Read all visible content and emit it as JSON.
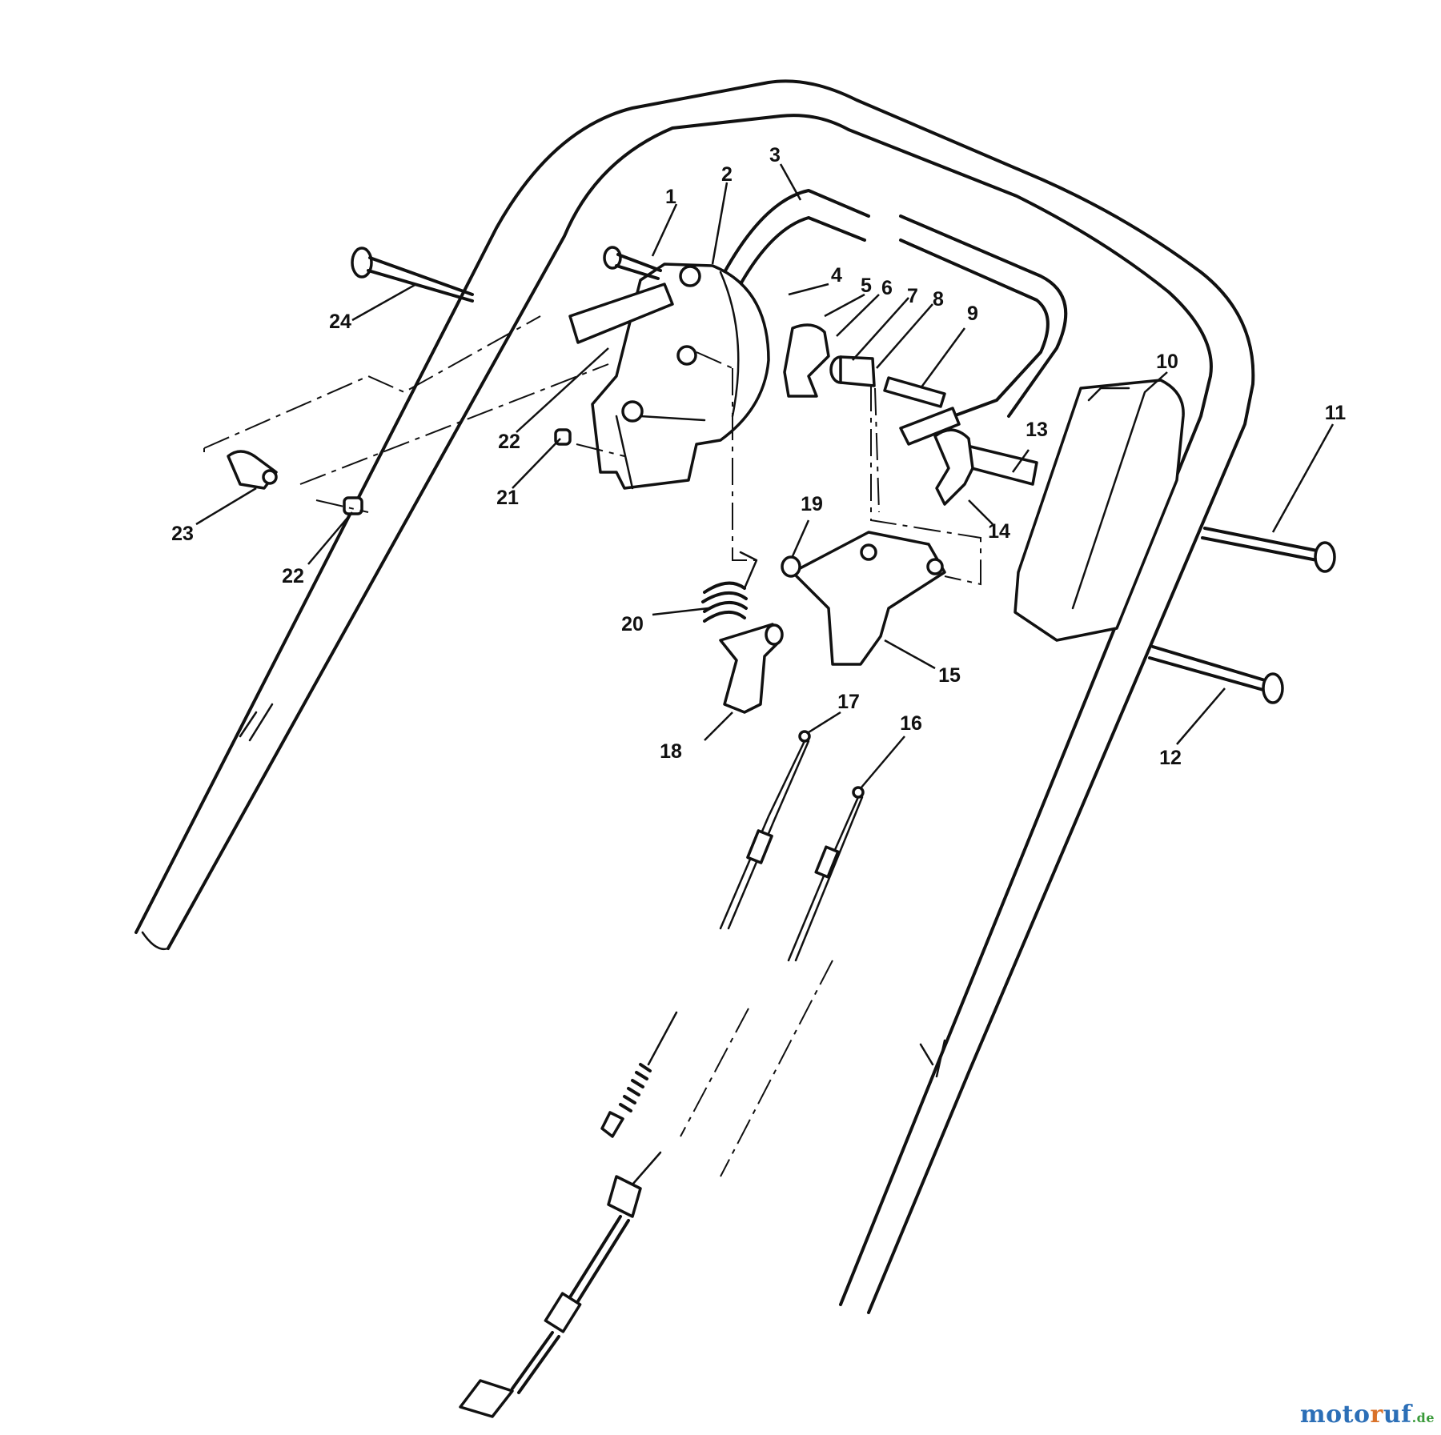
{
  "parts": [
    "1",
    "2",
    "3",
    "4",
    "5",
    "6",
    "7",
    "8",
    "9",
    "10",
    "11",
    "12",
    "13",
    "14",
    "15",
    "16",
    "17",
    "18",
    "19",
    "20",
    "21",
    "22",
    "22",
    "23",
    "24"
  ],
  "watermark": {
    "part1": "moto",
    "part2": "r",
    "part3": "uf",
    "part4": ".de"
  }
}
